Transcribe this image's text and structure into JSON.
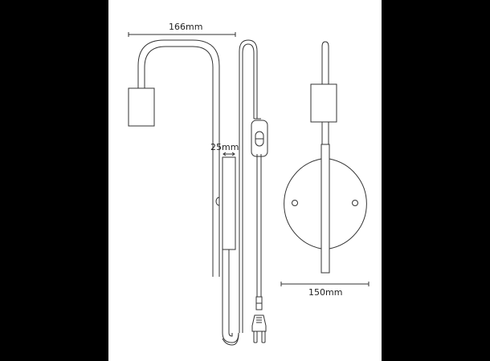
{
  "diagram": {
    "type": "technical-drawing",
    "subject": "wall lamp with plug-in cord and inline switch",
    "views": [
      "side-view",
      "front-view"
    ],
    "dimensions": {
      "width": "166mm",
      "depth": "25mm",
      "backplate_diameter": "150mm"
    },
    "colors": {
      "background": "#000000",
      "paper": "#ffffff",
      "line": "#333333"
    }
  }
}
